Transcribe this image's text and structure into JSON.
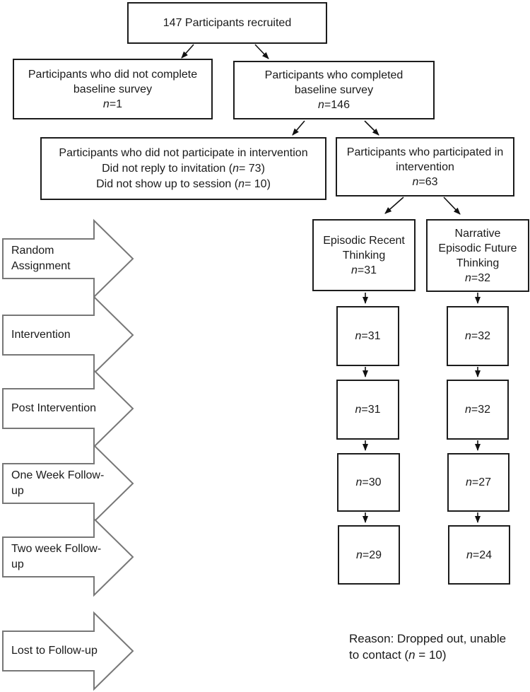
{
  "colors": {
    "box-border": "#1c1c1c",
    "stage-arrow": "#777777",
    "connector": "#111111"
  },
  "flow": {
    "recruited": {
      "text": "147 Participants recruited"
    },
    "no_baseline": {
      "l1": "Participants who did not complete",
      "l2": "baseline survey",
      "n": "n",
      "nv": "=1"
    },
    "baseline": {
      "l1": "Participants who completed",
      "l2": "baseline survey",
      "n": "n",
      "nv": "=146"
    },
    "no_intervention": {
      "l1": "Participants who did not participate in intervention",
      "l2_pre": "Did not reply to invitation (",
      "l2_n": "n",
      "l2_post": "= 73)",
      "l3_pre": "Did not show up to session (",
      "l3_n": "n",
      "l3_post": "= 10)"
    },
    "intervention": {
      "l1": "Participants who participated in",
      "l2": "intervention",
      "n": "n",
      "nv": "=63"
    },
    "arm_ert": {
      "l1": "Episodic Recent",
      "l2": "Thinking",
      "n": "n",
      "nv": "=31"
    },
    "arm_neft": {
      "l1": "Narrative",
      "l2": "Episodic Future",
      "l3": "Thinking",
      "n": "n",
      "nv": "=32"
    },
    "counts": {
      "ert_intervention": {
        "n": "n",
        "nv": "=31"
      },
      "neft_intervention": {
        "n": "n",
        "nv": "=32"
      },
      "ert_post": {
        "n": "n",
        "nv": "=31"
      },
      "neft_post": {
        "n": "n",
        "nv": "=32"
      },
      "ert_week1": {
        "n": "n",
        "nv": "=30"
      },
      "neft_week1": {
        "n": "n",
        "nv": "=27"
      },
      "ert_week2": {
        "n": "n",
        "nv": "=29"
      },
      "neft_week2": {
        "n": "n",
        "nv": "=24"
      }
    },
    "stages": [
      {
        "l1": "Random",
        "l2": "Assignment"
      },
      {
        "l1": "Intervention",
        "l2": ""
      },
      {
        "l1": "Post Intervention",
        "l2": ""
      },
      {
        "l1": "One Week Follow-",
        "l2": "up"
      },
      {
        "l1": "Two week Follow-",
        "l2": "up"
      },
      {
        "l1": "Lost to Follow-up",
        "l2": ""
      }
    ],
    "note": {
      "l1": "Reason: Dropped out, unable",
      "l2_pre": "to contact (",
      "l2_n": "n",
      "l2_post": " = 10)"
    }
  }
}
